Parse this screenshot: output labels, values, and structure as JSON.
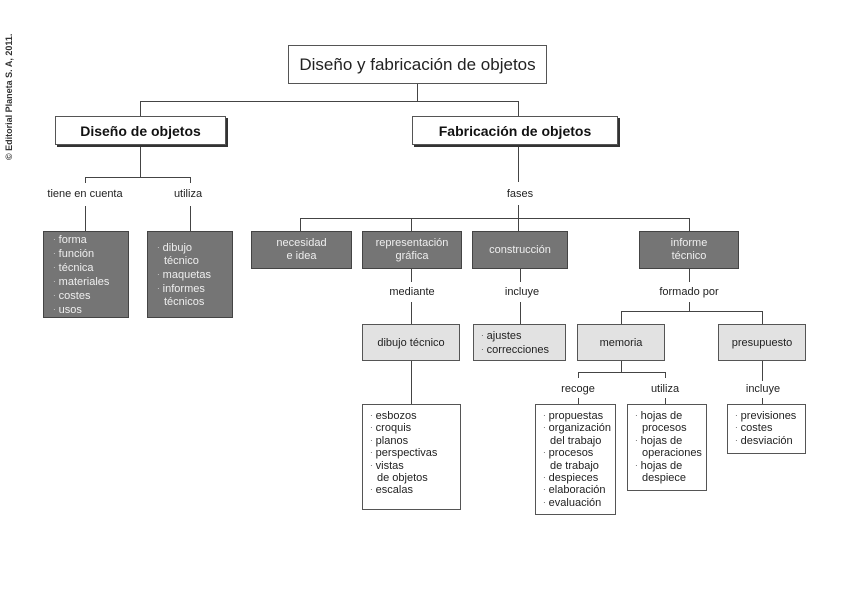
{
  "copyright": "© Editorial Planeta S. A, 2011.",
  "root": {
    "title": "Diseño y fabricación de objetos"
  },
  "design": {
    "title": "Diseño de objetos",
    "connector_left": "tiene en cuenta",
    "connector_right": "utiliza",
    "considers": [
      "forma",
      "función",
      "técnica",
      "materiales",
      "costes",
      "usos"
    ],
    "uses": [
      {
        "text": "dibujo",
        "bullet": true
      },
      {
        "text": "técnico",
        "bullet": false
      },
      {
        "text": "maquetas",
        "bullet": true
      },
      {
        "text": "informes",
        "bullet": true
      },
      {
        "text": "técnicos",
        "bullet": false
      }
    ]
  },
  "fabrication": {
    "title": "Fabricación de objetos",
    "connector": "fases",
    "phases": {
      "need": "necesidad e idea",
      "need_lines": [
        "necesidad",
        "e idea"
      ],
      "representation_lines": [
        "representación",
        "gráfica"
      ],
      "construction": "construcción",
      "report_lines": [
        "informe",
        "técnico"
      ]
    },
    "representation": {
      "connector": "mediante",
      "node": "dibujo técnico",
      "items": [
        {
          "text": "esbozos",
          "bullet": true
        },
        {
          "text": "croquis",
          "bullet": true
        },
        {
          "text": "planos",
          "bullet": true
        },
        {
          "text": "perspectivas",
          "bullet": true
        },
        {
          "text": "vistas",
          "bullet": true
        },
        {
          "text": "de objetos",
          "bullet": false
        },
        {
          "text": "escalas",
          "bullet": true
        }
      ]
    },
    "construction": {
      "connector": "incluye",
      "items": [
        "ajustes",
        "correcciones"
      ]
    },
    "report": {
      "connector": "formado por",
      "memory": {
        "node": "memoria",
        "connector_left": "recoge",
        "connector_right": "utiliza",
        "collects": [
          {
            "text": "propuestas",
            "bullet": true
          },
          {
            "text": "organización",
            "bullet": true
          },
          {
            "text": "del trabajo",
            "bullet": false
          },
          {
            "text": "procesos",
            "bullet": true
          },
          {
            "text": "de trabajo",
            "bullet": false
          },
          {
            "text": "despieces",
            "bullet": true
          },
          {
            "text": "elaboración",
            "bullet": true
          },
          {
            "text": "evaluación",
            "bullet": true
          }
        ],
        "uses": [
          {
            "text": "hojas de",
            "bullet": true
          },
          {
            "text": "procesos",
            "bullet": false
          },
          {
            "text": "hojas de",
            "bullet": true
          },
          {
            "text": "operaciones",
            "bullet": false
          },
          {
            "text": "hojas de",
            "bullet": true
          },
          {
            "text": "despiece",
            "bullet": false
          }
        ]
      },
      "budget": {
        "node": "presupuesto",
        "connector": "incluye",
        "items": [
          "previsiones",
          "costes",
          "desviación"
        ]
      }
    }
  },
  "bullet_char": "·"
}
